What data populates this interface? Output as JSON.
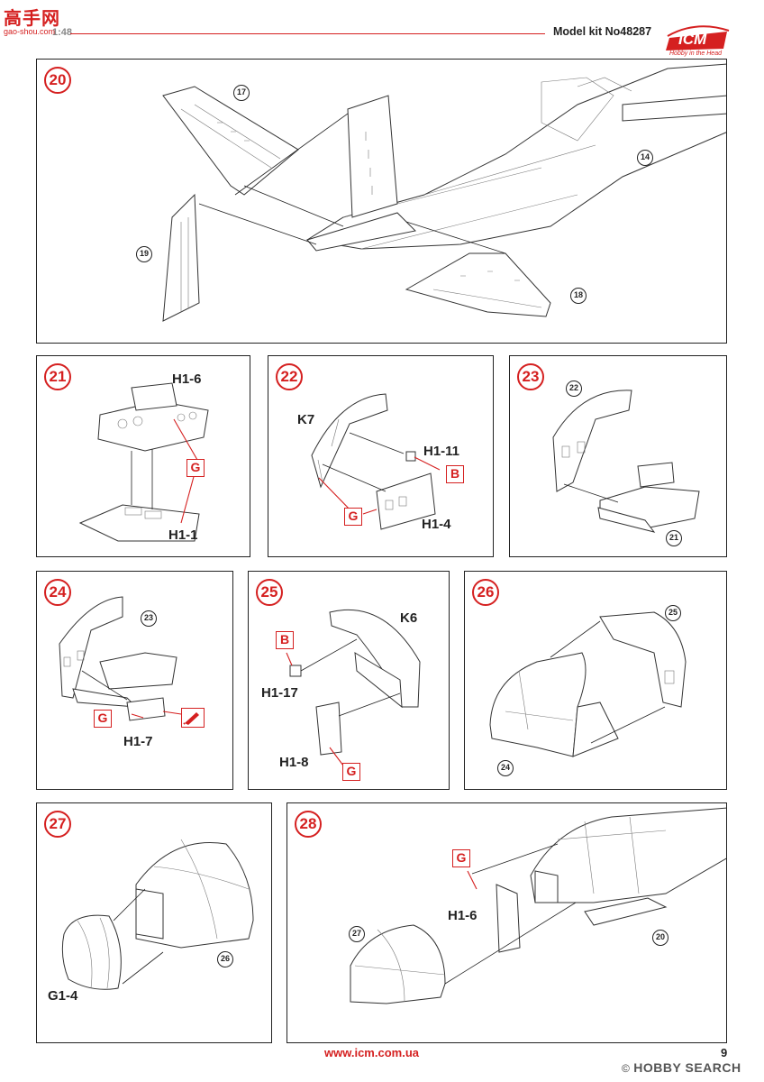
{
  "header": {
    "logo_text": "高手网",
    "logo_sub": "gao-shou.com",
    "page_fragment": "1:48",
    "model_kit": "Model kit No48287",
    "brand": "ICM",
    "brand_tagline": "Hobby in the Head"
  },
  "steps": {
    "s20": {
      "num": "20",
      "parts": [
        "17",
        "14",
        "19",
        "18"
      ]
    },
    "s21": {
      "num": "21",
      "h16": "H1-6",
      "g": "G",
      "h11": "H1-1"
    },
    "s22": {
      "num": "22",
      "k7": "K7",
      "h111": "H1-11",
      "b": "B",
      "g": "G",
      "h14": "H1-4"
    },
    "s23": {
      "num": "23",
      "p22": "22",
      "p21": "21"
    },
    "s24": {
      "num": "24",
      "p23": "23",
      "g": "G",
      "h17": "H1-7"
    },
    "s25": {
      "num": "25",
      "b": "B",
      "k6": "K6",
      "h117": "H1-17",
      "h18": "H1-8",
      "g": "G"
    },
    "s26": {
      "num": "26",
      "p25": "25",
      "p24": "24"
    },
    "s27": {
      "num": "27",
      "p26": "26",
      "g14": "G1-4"
    },
    "s28": {
      "num": "28",
      "g": "G",
      "h16": "H1-6",
      "p27": "27",
      "p20": "20"
    }
  },
  "footer": {
    "url": "www.icm.com.ua",
    "page_number": "9",
    "watermark": "HOBBY SEARCH"
  },
  "colors": {
    "accent": "#d52020",
    "line": "#222222"
  }
}
